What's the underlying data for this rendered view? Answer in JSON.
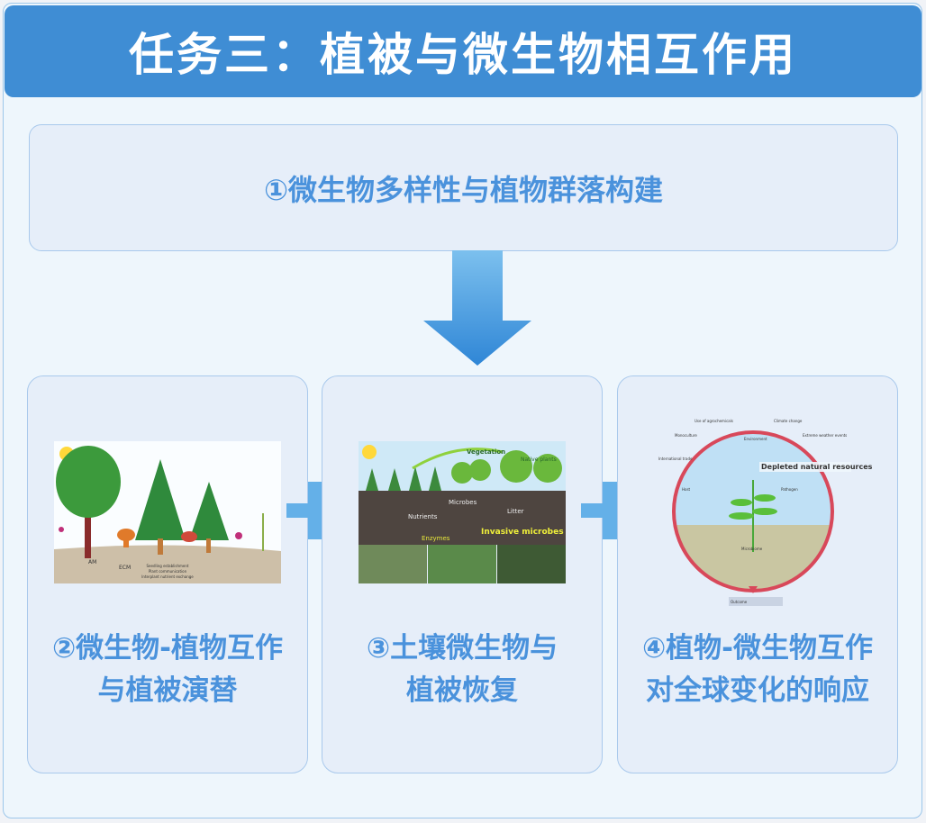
{
  "header": {
    "title": "任务三：植被与微生物相互作用"
  },
  "topic": {
    "title": "①微生物多样性与植物群落构建"
  },
  "cards": [
    {
      "line1": "②微生物-植物互作",
      "line2": "与植被演替",
      "image_labels": [
        "Seedling establishment",
        "Plant communication",
        "Interplant nutrient exchange",
        "AM",
        "ECM"
      ]
    },
    {
      "line1": "③土壤微生物与",
      "line2": "植被恢复",
      "image_labels": [
        "Vegetation",
        "Native plants",
        "Microbes",
        "Nutrients",
        "Litter",
        "Enzymes",
        "Invasive microbes"
      ]
    },
    {
      "line1": "④植物-微生物互作",
      "line2": "对全球变化的响应",
      "image_labels": [
        "Use of agrochemicals",
        "Climate change",
        "Monoculture",
        "Extreme weather events",
        "International trade",
        "Depleted natural resources",
        "Environment",
        "Host",
        "Pathogen",
        "Microbiome",
        "Outcome"
      ]
    }
  ],
  "colors": {
    "header": "#3f8dd4",
    "accent": "#4a92dc",
    "plus": "#64b0e8"
  }
}
